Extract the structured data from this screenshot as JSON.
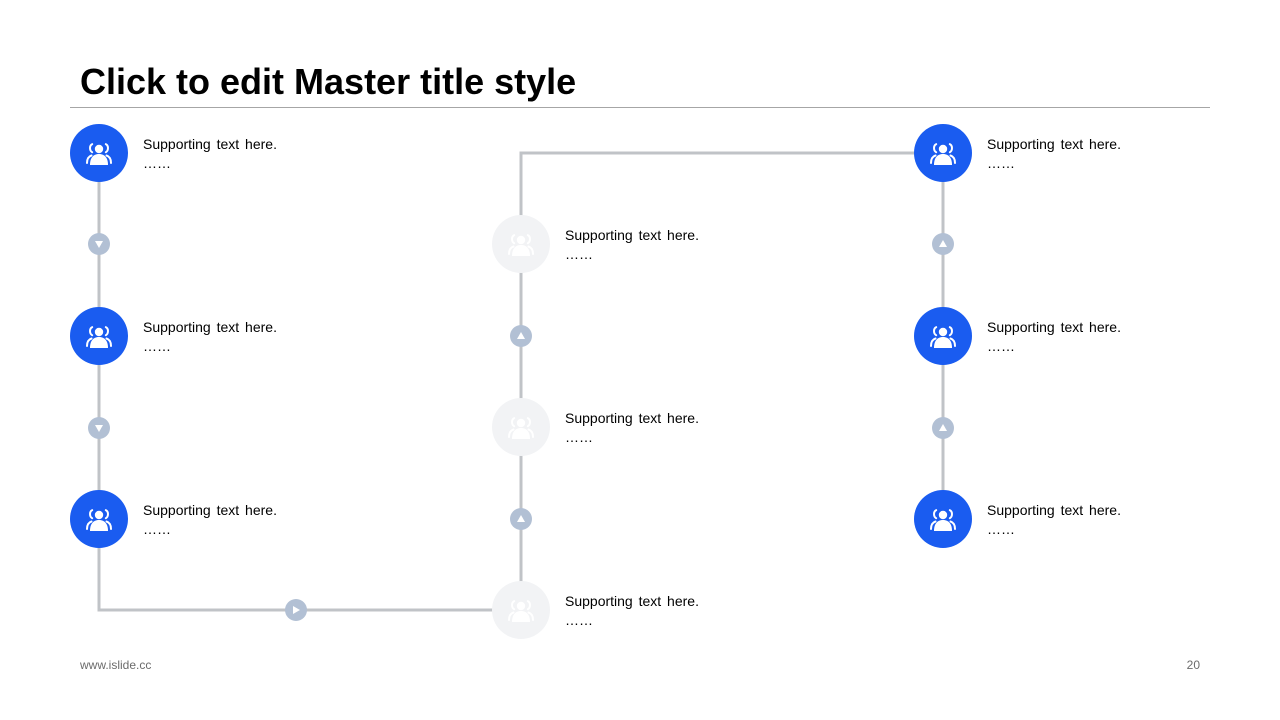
{
  "slide": {
    "title": "Click to edit Master title style",
    "footer_url": "www.islide.cc",
    "page_number": "20"
  },
  "colors": {
    "active_node": "#1a5cf0",
    "inactive_node": "#f2f3f5",
    "connector": "#c0c3c7",
    "arrow": "#b2c0d4"
  },
  "nodes": [
    {
      "icon": "users-icon",
      "state": "active",
      "text": "Supporting text here.",
      "subtext": "……"
    },
    {
      "icon": "users-icon",
      "state": "active",
      "text": "Supporting text here.",
      "subtext": "……"
    },
    {
      "icon": "users-icon",
      "state": "active",
      "text": "Supporting text here.",
      "subtext": "……"
    },
    {
      "icon": "users-icon",
      "state": "inactive",
      "text": "Supporting text here.",
      "subtext": "……"
    },
    {
      "icon": "users-icon",
      "state": "inactive",
      "text": "Supporting text here.",
      "subtext": "……"
    },
    {
      "icon": "users-icon",
      "state": "inactive",
      "text": "Supporting text here.",
      "subtext": "……"
    },
    {
      "icon": "users-icon",
      "state": "active",
      "text": "Supporting text here.",
      "subtext": "……"
    },
    {
      "icon": "users-icon",
      "state": "active",
      "text": "Supporting text here.",
      "subtext": "……"
    },
    {
      "icon": "users-icon",
      "state": "active",
      "text": "Supporting text here.",
      "subtext": "……"
    }
  ],
  "arrows": [
    {
      "icon": "arrow-down-icon"
    },
    {
      "icon": "arrow-down-icon"
    },
    {
      "icon": "arrow-right-icon"
    },
    {
      "icon": "arrow-up-icon"
    },
    {
      "icon": "arrow-up-icon"
    },
    {
      "icon": "arrow-up-icon"
    },
    {
      "icon": "arrow-up-icon"
    }
  ]
}
